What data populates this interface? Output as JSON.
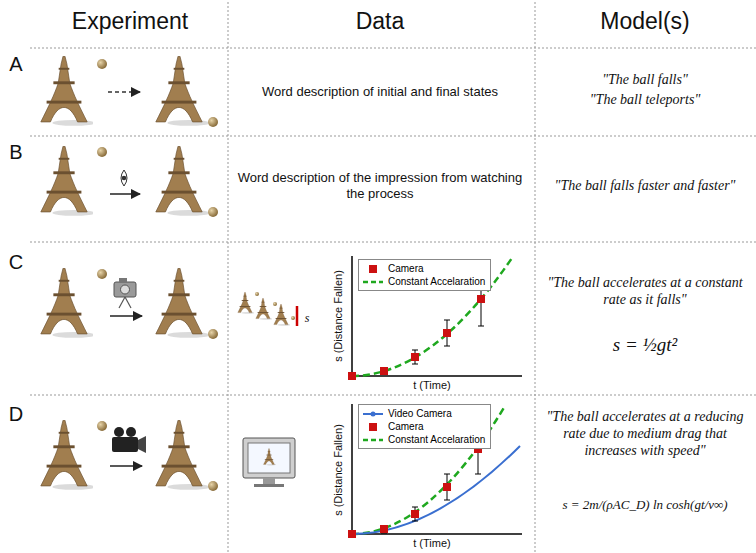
{
  "diagram": {
    "labels": [
      "Experiment",
      "Data",
      "Model(s)",
      "A",
      "Word description of initial and final states",
      "\"The ball falls\"",
      "\"The ball teleports\"",
      "B",
      "Word description of the impression from watching the process",
      "\"The ball falls faster and faster\"",
      "C",
      "s",
      "s (Distance Fallen)",
      "t (Time)",
      "\"The ball accelerates at a constant rate as it falls\"",
      "s = ½gt²",
      "D",
      "s (Distance Fallen)",
      "t (Time)",
      "\"The ball accelerates at a reducing rate due to medium drag that increases with speed\"",
      "s = 2m/(ρAC_D) ln cosh(gt/v∞)"
    ],
    "legend": [
      {
        "text": "Camera"
      },
      {
        "text": "Constant Accelaration"
      },
      {
        "text": "Video Camera"
      },
      {
        "text": "Camera"
      },
      {
        "text": "Constant Accelaration"
      }
    ]
  }
}
